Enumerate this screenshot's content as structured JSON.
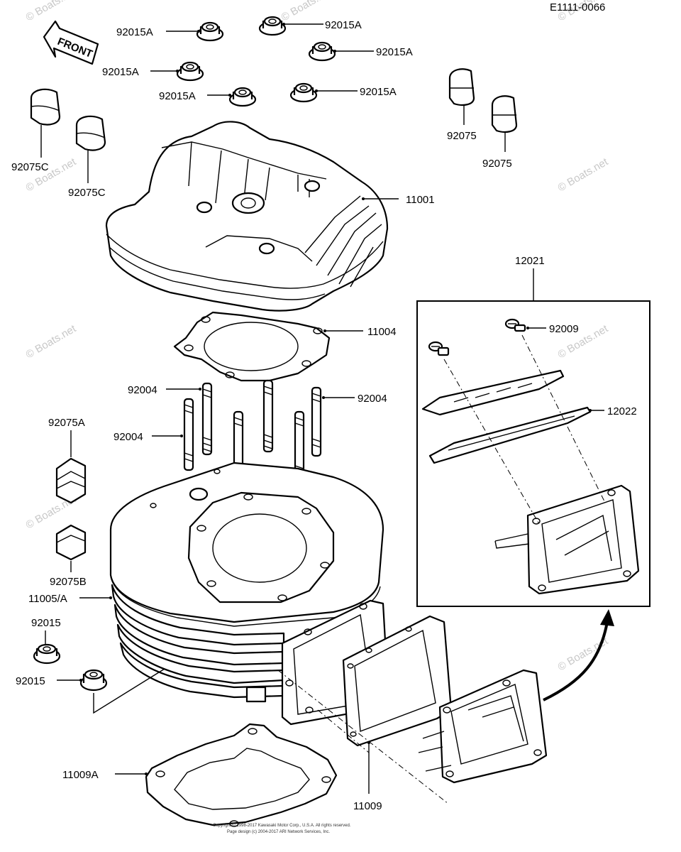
{
  "diagram_code": "E1111-0066",
  "front_arrow": "FRONT",
  "labels": {
    "nut_1": "92015A",
    "nut_2": "92015A",
    "nut_3": "92015A",
    "nut_4": "92015A",
    "nut_5": "92015A",
    "nut_6": "92015A",
    "cap_c1": "92075C",
    "cap_c2": "92075C",
    "cap_r1": "92075",
    "cap_r2": "92075",
    "head": "11001",
    "head_gasket": "11004",
    "stud_1": "92004",
    "stud_2": "92004",
    "stud_3": "92004",
    "cap_a": "92075A",
    "cap_b": "92075B",
    "cylinder": "11005/A",
    "nut_a": "92015",
    "nut_b": "92015",
    "base_gasket": "11009A",
    "reed_gasket": "11009",
    "reed_assembly": "12021",
    "screw": "92009",
    "reed_petal": "12022"
  },
  "watermark": "© Boats.net",
  "footer_line_1": "Copyright © 1998-2017 Kawasaki Motor Corp., U.S.A. All rights reserved.",
  "footer_line_2": "Page design (c) 2004-2017 ARI Network Services, Inc."
}
